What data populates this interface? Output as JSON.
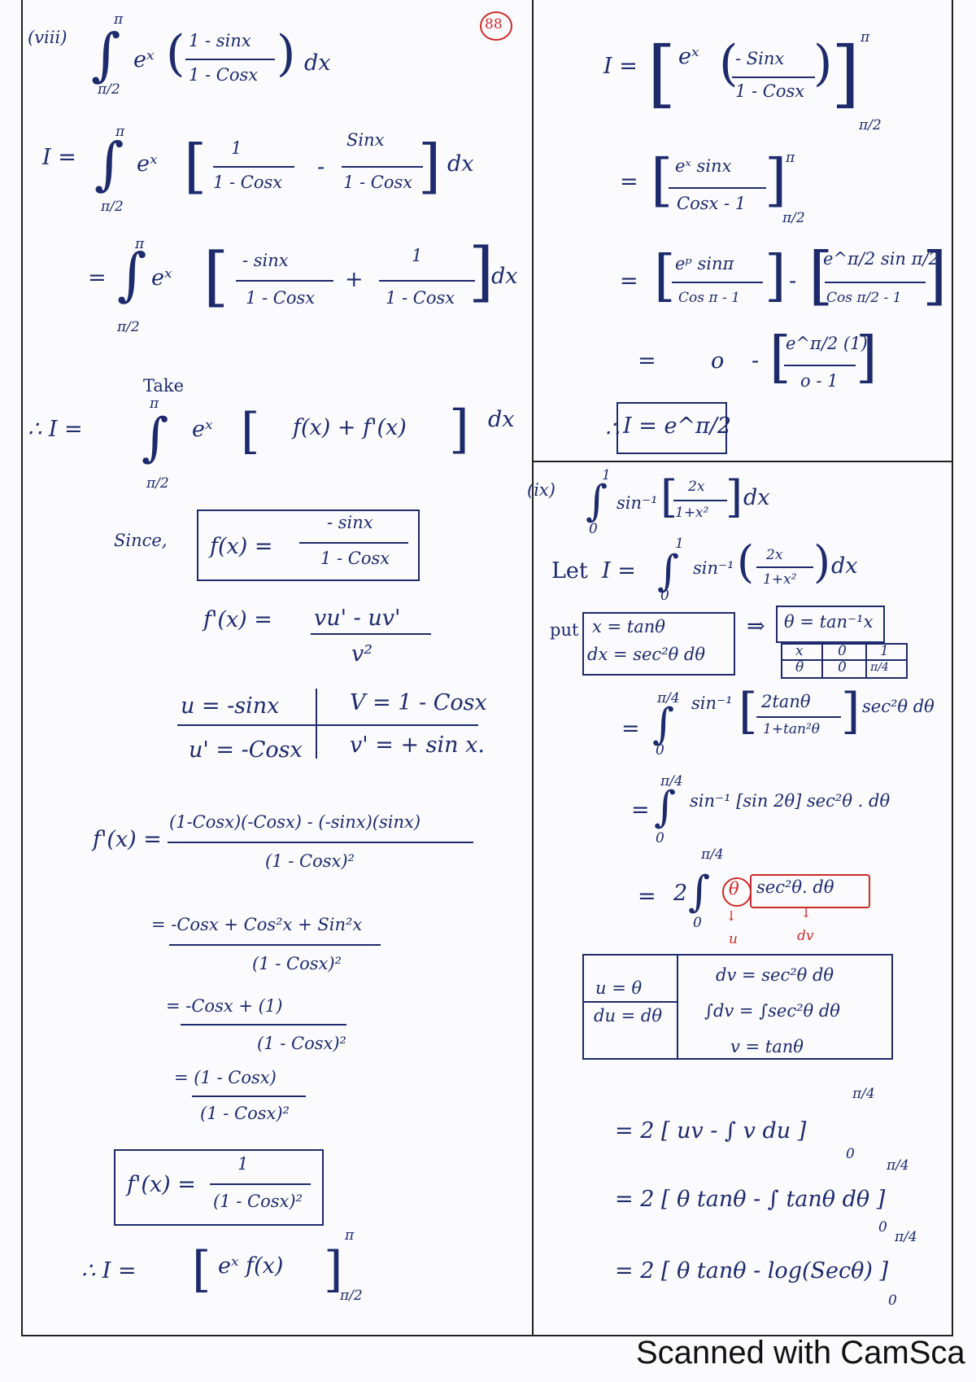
{
  "page_number": "88",
  "left": {
    "label": "(viii)",
    "q_upper": "π",
    "q_lower": "π/2",
    "q_ex": "eˣ",
    "q_num": "1 - sinx",
    "q_den": "1 - Cosx",
    "q_dx": "dx",
    "l1_I": "I =",
    "l1_upper": "π",
    "l1_lower": "π/2",
    "l1_ex": "eˣ",
    "l1_n1": "1",
    "l1_d1": "1 - Cosx",
    "l1_minus": "-",
    "l1_n2": "Sinx",
    "l1_d2": "1 - Cosx",
    "l1_dx": "dx",
    "l2_eq": "=",
    "l2_upper": "π",
    "l2_lower": "π/2",
    "l2_ex": "eˣ",
    "l2_n1": "- sinx",
    "l2_d1": "1 - Cosx",
    "l2_plus": "+",
    "l2_n2": "1",
    "l2_d2": "1 - Cosx",
    "l2_dx": "dx",
    "take": "Take",
    "l3_therefore": "∴ I =",
    "l3_upper": "π",
    "l3_lower": "π/2",
    "l3_ex": "eˣ",
    "l3_body": "f(x) + f'(x)",
    "l3_dx": "dx",
    "since": "Since,",
    "fx_lhs": "f(x) =",
    "fx_num": "- sinx",
    "fx_den": "1 - Cosx",
    "fpx_lhs": "f'(x) =",
    "fpx_num": "vu' - uv'",
    "fpx_den": "v²",
    "tbl_u": "u = -sinx",
    "tbl_up": "u' = -Cosx",
    "tbl_v": "V = 1 - Cosx",
    "tbl_vp": "v' = + sin x.",
    "d1_lhs": "f'(x) =",
    "d1_num": "(1-Cosx)(-Cosx) - (-sinx)(sinx)",
    "d1_den": "(1 - Cosx)²",
    "d2_num": "= -Cosx + Cos²x + Sin²x",
    "d2_den": "(1 - Cosx)²",
    "d3_num": "= -Cosx + (1)",
    "d3_den": "(1 - Cosx)²",
    "d4_num": "= (1 - Cosx)",
    "d4_den": "(1 - Cosx)²",
    "res_lhs": "f'(x) =",
    "res_num": "1",
    "res_den": "(1 - Cosx)²",
    "fin_therefore": "∴  I =",
    "fin_body": "eˣ f(x)",
    "fin_upper": "π",
    "fin_lower": "π/2"
  },
  "right": {
    "r1_I": "I =",
    "r1_ex": "eˣ",
    "r1_num": "- Sinx",
    "r1_den": "1 - Cosx",
    "r1_upper": "π",
    "r1_lower": "π/2",
    "r2_eq": "=",
    "r2_num": "eˣ sinx",
    "r2_den": "Cosx - 1",
    "r2_upper": "π",
    "r2_lower": "π/2",
    "r3_eq": "=",
    "r3_num1": "eᵖ sinπ",
    "r3_den1": "Cos π - 1",
    "r3_minus": "-",
    "r3_num2": "e^π/2 sin π/2",
    "r3_den2": "Cos π/2 - 1",
    "r4_eq": "=",
    "r4_zero": "o",
    "r4_minus": "-",
    "r4_num": "e^π/2 (1)",
    "r4_den": "o - 1",
    "r5_therefore": "∴",
    "r5_box": "I = e^π/2",
    "ix_label": "(ix)",
    "ix_upper": "1",
    "ix_lower": "0",
    "ix_sin": "sin⁻¹",
    "ix_num": "2x",
    "ix_den": "1+x²",
    "ix_dx": "dx",
    "let": "Let",
    "let_I": "I =",
    "let_upper": "1",
    "let_lower": "0",
    "let_sin": "sin⁻¹",
    "let_num": "2x",
    "let_den": "1+x²",
    "let_dx": "dx",
    "put": "put",
    "put_l1": "x = tanθ",
    "put_l2": "dx = sec²θ dθ",
    "implies": "⇒",
    "theta_eq": "θ = tan⁻¹x",
    "lim_x": "x",
    "lim_x0": "0",
    "lim_x1": "1",
    "lim_t": "θ",
    "lim_t0": "0",
    "lim_t1": "π/4",
    "s1_eq": "=",
    "s1_upper": "π/4",
    "s1_lower": "0",
    "s1_sin": "sin⁻¹",
    "s1_num": "2tanθ",
    "s1_den": "1+tan²θ",
    "s1_tail": "sec²θ dθ",
    "s2_eq": "=",
    "s2_upper": "π/4",
    "s2_lower": "0",
    "s2_body": "sin⁻¹ [sin 2θ]  sec²θ . dθ",
    "s3_eq": "=",
    "s3_coef": "2",
    "s3_upper": "π/4",
    "s3_lower": "0",
    "s3_theta": "θ",
    "s3_sec": "sec²θ. dθ",
    "s3_u": "u",
    "s3_dv": "dv",
    "ut_u": "u = θ",
    "ut_du": "du = dθ",
    "ut_dv": "dv = sec²θ dθ",
    "ut_int": "∫dv = ∫sec²θ dθ",
    "ut_v": "v = tanθ",
    "p1": "= 2 [ uv - ∫ v du ]",
    "p1_upper": "π/4",
    "p1_lower": "0",
    "p2": "= 2 [ θ tanθ - ∫ tanθ dθ ]",
    "p2_upper": "π/4",
    "p2_lower": "0",
    "p3": "= 2 [ θ tanθ - log(Secθ) ]",
    "p3_upper": "π/4",
    "p3_lower": "0"
  },
  "footer": "Scanned with CamSca"
}
